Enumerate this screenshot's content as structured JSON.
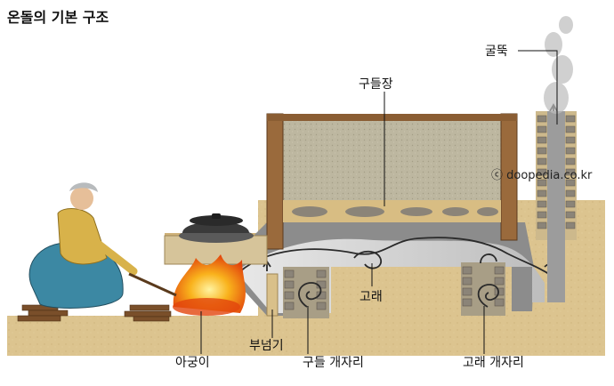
{
  "title": "온돌의 기본 구조",
  "watermark": "ⓒ doopedia.co.kr",
  "labels": {
    "chimney": "굴뚝",
    "gudeuljang": "구들장",
    "firebox": "아궁이",
    "buneomgi": "부넘기",
    "gudeul_support": "구들 개자리",
    "gorae": "고래",
    "gorae_support": "고래 개자리"
  },
  "colors": {
    "wood": "#9a6a3c",
    "earth": "#d9c08a",
    "plaster": "#b9b39c",
    "stone": "#8b8478",
    "smoke": "#c9c9c9",
    "fire": "#f07a12",
    "hanbok_top": "#d8b24a",
    "hanbok_skirt": "#3c88a3"
  }
}
